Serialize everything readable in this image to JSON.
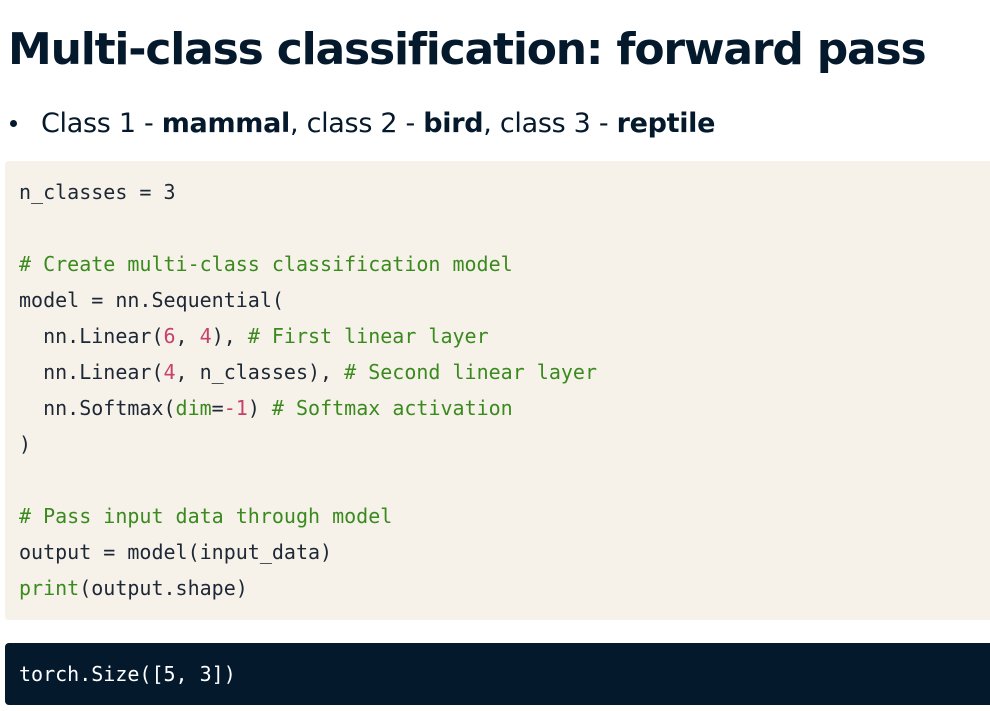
{
  "title": "Multi-class classification: forward pass",
  "bullet": {
    "part1": "Class 1 - ",
    "bold1": "mammal",
    "part2": ", class 2 - ",
    "bold2": "bird",
    "part3": ", class 3 - ",
    "bold3": "reptile"
  },
  "code": {
    "line1": "n_classes = 3",
    "comment1": "# Create multi-class classification model",
    "line_model": "model = nn.Sequential(",
    "linear1": {
      "prefix": "  nn.Linear(",
      "arg1": "6",
      "sep": ", ",
      "arg2": "4",
      "suffix": "), ",
      "comment": "# First linear layer"
    },
    "linear2": {
      "prefix": "  nn.Linear(",
      "arg1": "4",
      "rest": ", n_classes), ",
      "comment": "# Second linear layer"
    },
    "softmax": {
      "prefix": "  nn.Softmax(",
      "kw": "dim",
      "eq": "=",
      "val": "-1",
      "suffix": ") ",
      "comment": "# Softmax activation"
    },
    "close_paren": ")",
    "comment2": "# Pass input data through model",
    "line_output": "output = model(input_data)",
    "print_fn": "print",
    "print_args": "(output.shape)"
  },
  "output": {
    "text": "torch.Size([5, 3])"
  },
  "colors": {
    "title": "#05192d",
    "code_bg": "#f6f2ea",
    "output_bg": "#05192d",
    "comment": "#3a8a1e",
    "number": "#c5426a"
  }
}
